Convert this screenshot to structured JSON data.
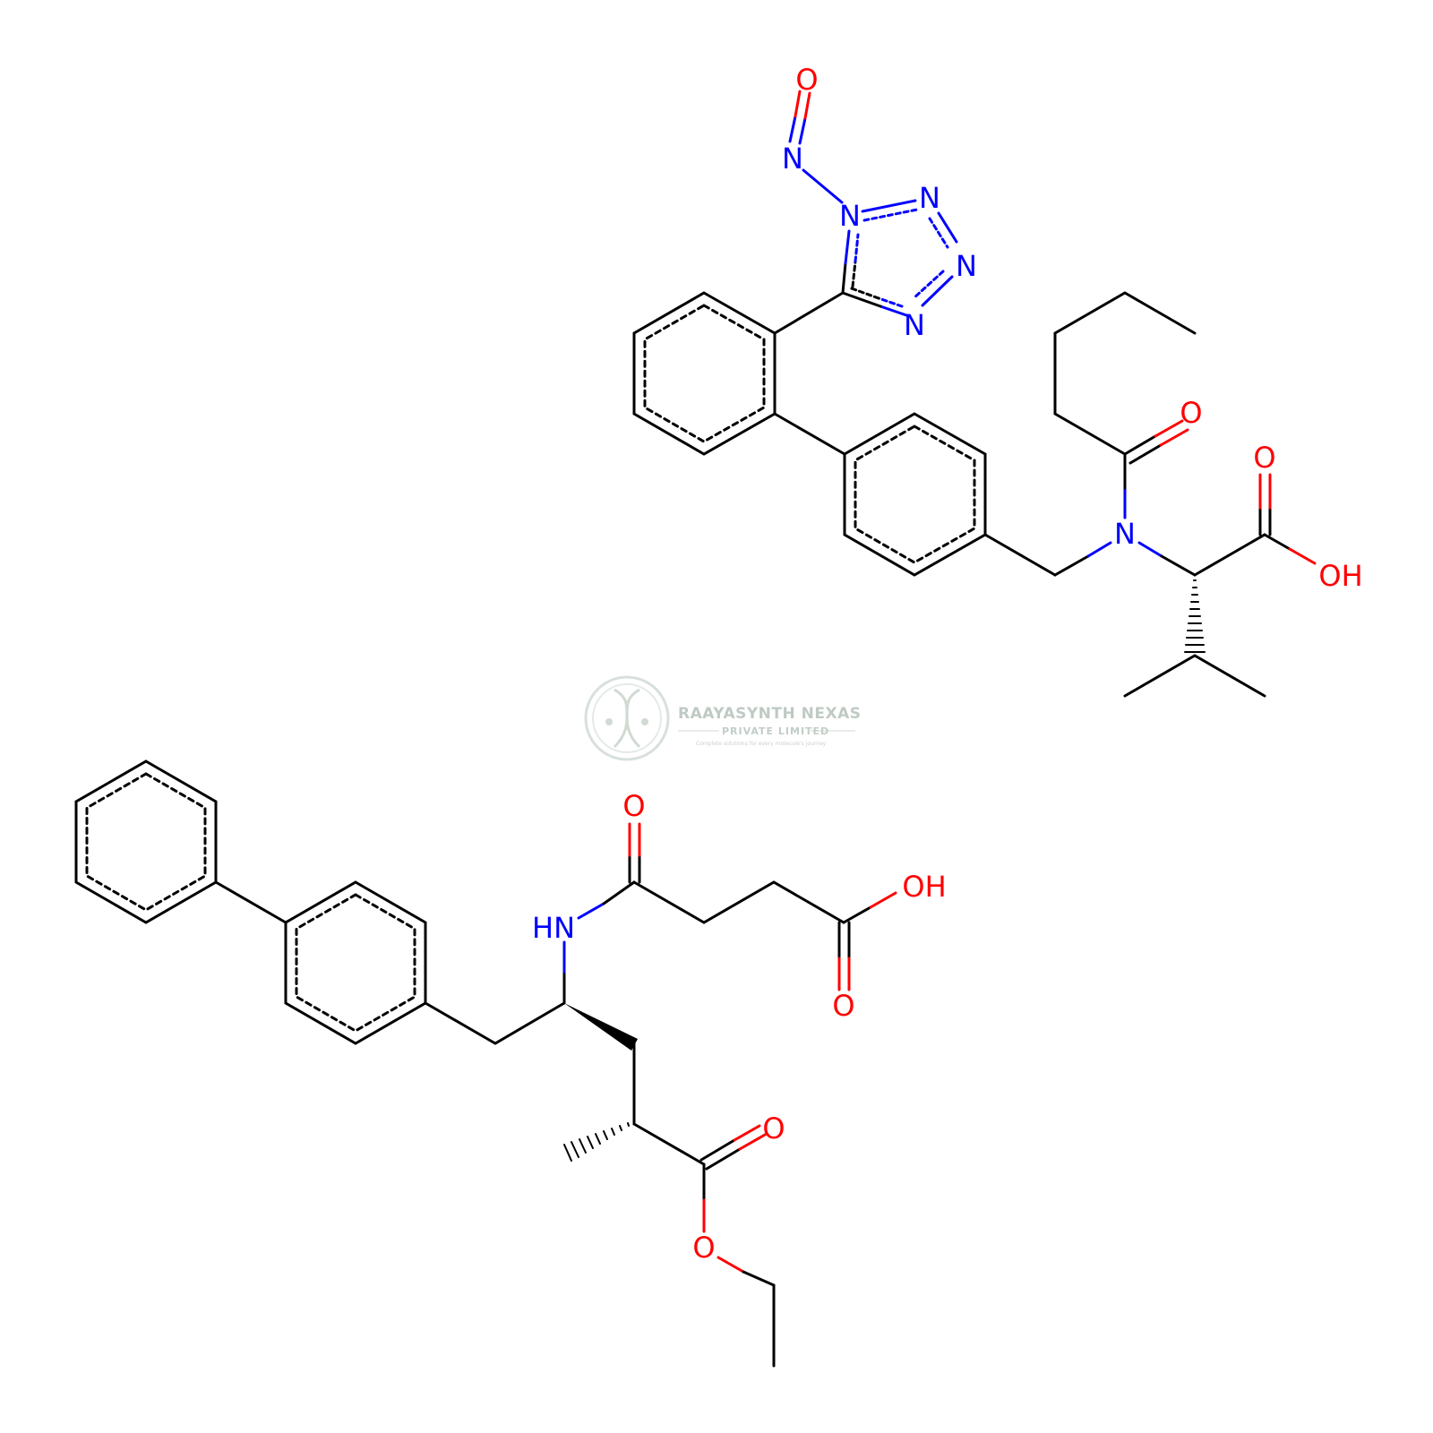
{
  "colors": {
    "bond": "#000000",
    "nitrogen": "#0000ff",
    "oxygen": "#ff0000",
    "watermark": "#b9c5bd"
  },
  "watermark": {
    "title": "RAAYASYNTH NEXAS",
    "subtitle": "PRIVATE LIMITED",
    "tagline": "Complete solutions for every molecule's journey"
  },
  "molecules": [
    {
      "atoms": [
        {
          "label": "O",
          "element": "O"
        },
        {
          "label": "N",
          "element": "N"
        },
        {
          "label": "N",
          "element": "N"
        },
        {
          "label": "N",
          "element": "N"
        },
        {
          "label": "N",
          "element": "N"
        },
        {
          "label": "N",
          "element": "N"
        },
        {
          "label": "O",
          "element": "O"
        },
        {
          "label": "O",
          "element": "O"
        },
        {
          "label": "N",
          "element": "N"
        },
        {
          "label": "OH",
          "element": "O"
        }
      ]
    },
    {
      "atoms": [
        {
          "label": "O",
          "element": "O"
        },
        {
          "label": "OH",
          "element": "O"
        },
        {
          "label": "HN",
          "element": "N"
        },
        {
          "label": "O",
          "element": "O"
        },
        {
          "label": "O",
          "element": "O"
        },
        {
          "label": "O",
          "element": "O"
        }
      ]
    }
  ]
}
